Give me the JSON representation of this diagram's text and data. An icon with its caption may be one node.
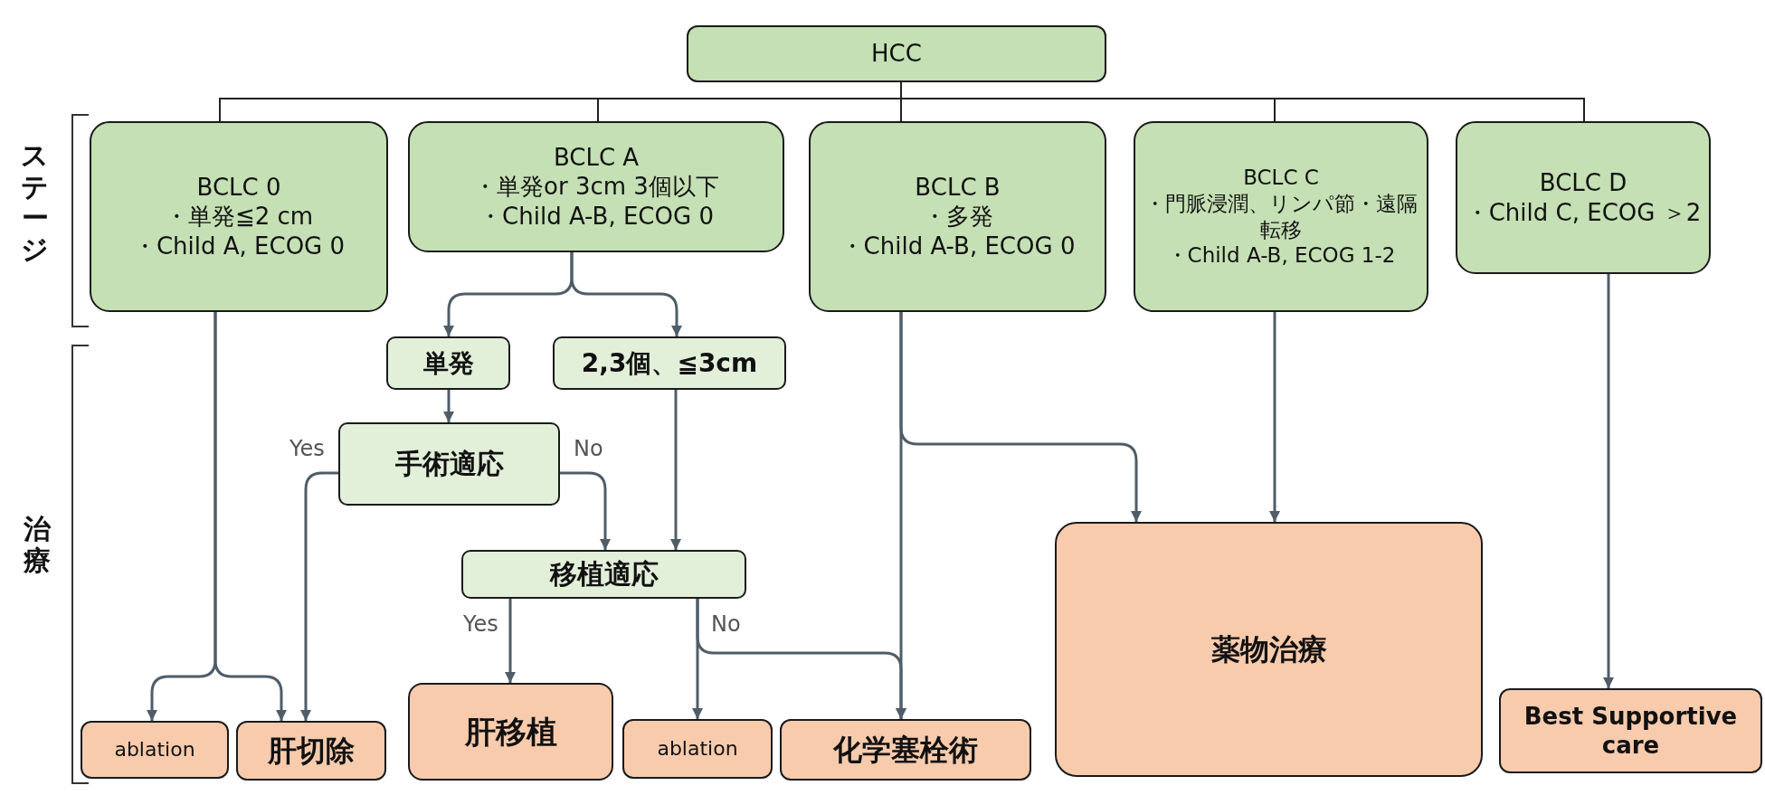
{
  "diagram": {
    "nodes": [
      {
        "text": [
          "HCC"
        ]
      },
      {
        "text": [
          "BCLC 0",
          "・単発≦2 cm",
          "・Child A, ECOG 0"
        ]
      },
      {
        "text": [
          "BCLC A",
          "・単発or 3cm 3個以下",
          "・Child A-B, ECOG 0"
        ]
      },
      {
        "text": [
          "BCLC B",
          "・多発",
          "・Child A-B, ECOG 0"
        ]
      },
      {
        "text": [
          "BCLC C",
          "・門脈浸潤、リンパ節・遠隔転移",
          "・Child A-B, ECOG 1-2"
        ]
      },
      {
        "text": [
          "BCLC D",
          "・Child C, ECOG ＞2"
        ]
      },
      {
        "text": [
          "単発"
        ]
      },
      {
        "text": [
          "2,3個、≦3cm"
        ]
      },
      {
        "text": [
          "手術適応"
        ]
      },
      {
        "text": [
          "移植適応"
        ]
      },
      {
        "text": [
          "ablation"
        ]
      },
      {
        "text": [
          "肝切除"
        ]
      },
      {
        "text": [
          "肝移植"
        ]
      },
      {
        "text": [
          "ablation"
        ]
      },
      {
        "text": [
          "化学塞栓術"
        ]
      },
      {
        "text": [
          "薬物治療"
        ]
      },
      {
        "text": [
          "Best Supportive care"
        ]
      }
    ],
    "edges": [
      {
        "from": 0,
        "to": 1,
        "arrow": "none",
        "color": "#222222"
      },
      {
        "from": 0,
        "to": 2,
        "arrow": "none",
        "color": "#222222"
      },
      {
        "from": 0,
        "to": 3,
        "arrow": "none",
        "color": "#222222"
      },
      {
        "from": 0,
        "to": 4,
        "arrow": "none",
        "color": "#222222"
      },
      {
        "from": 0,
        "to": 5,
        "arrow": "none",
        "color": "#222222"
      },
      {
        "from": 1,
        "to": 10,
        "arrow": "to"
      },
      {
        "from": 1,
        "to": 11,
        "arrow": "to"
      },
      {
        "from": 2,
        "to": 6,
        "arrow": "to"
      },
      {
        "from": 2,
        "to": 7,
        "arrow": "to"
      },
      {
        "from": 6,
        "to": 8,
        "arrow": "to"
      },
      {
        "from": 8,
        "to": 11,
        "arrow": "to",
        "label": "Yes"
      },
      {
        "from": 8,
        "to": 9,
        "arrow": "to",
        "label": "No"
      },
      {
        "from": 7,
        "to": 9,
        "arrow": "to"
      },
      {
        "from": 9,
        "to": 12,
        "arrow": "to",
        "label": "Yes"
      },
      {
        "from": 9,
        "to": 13,
        "arrow": "to",
        "label": "No"
      },
      {
        "from": 9,
        "to": 14,
        "arrow": "to"
      },
      {
        "from": 3,
        "to": 14,
        "arrow": "to"
      },
      {
        "from": 3,
        "to": 15,
        "arrow": "to"
      },
      {
        "from": 4,
        "to": 15,
        "arrow": "to"
      },
      {
        "from": 5,
        "to": 16,
        "arrow": "to"
      }
    ],
    "labels": [
      "ステージ",
      "治療"
    ]
  }
}
